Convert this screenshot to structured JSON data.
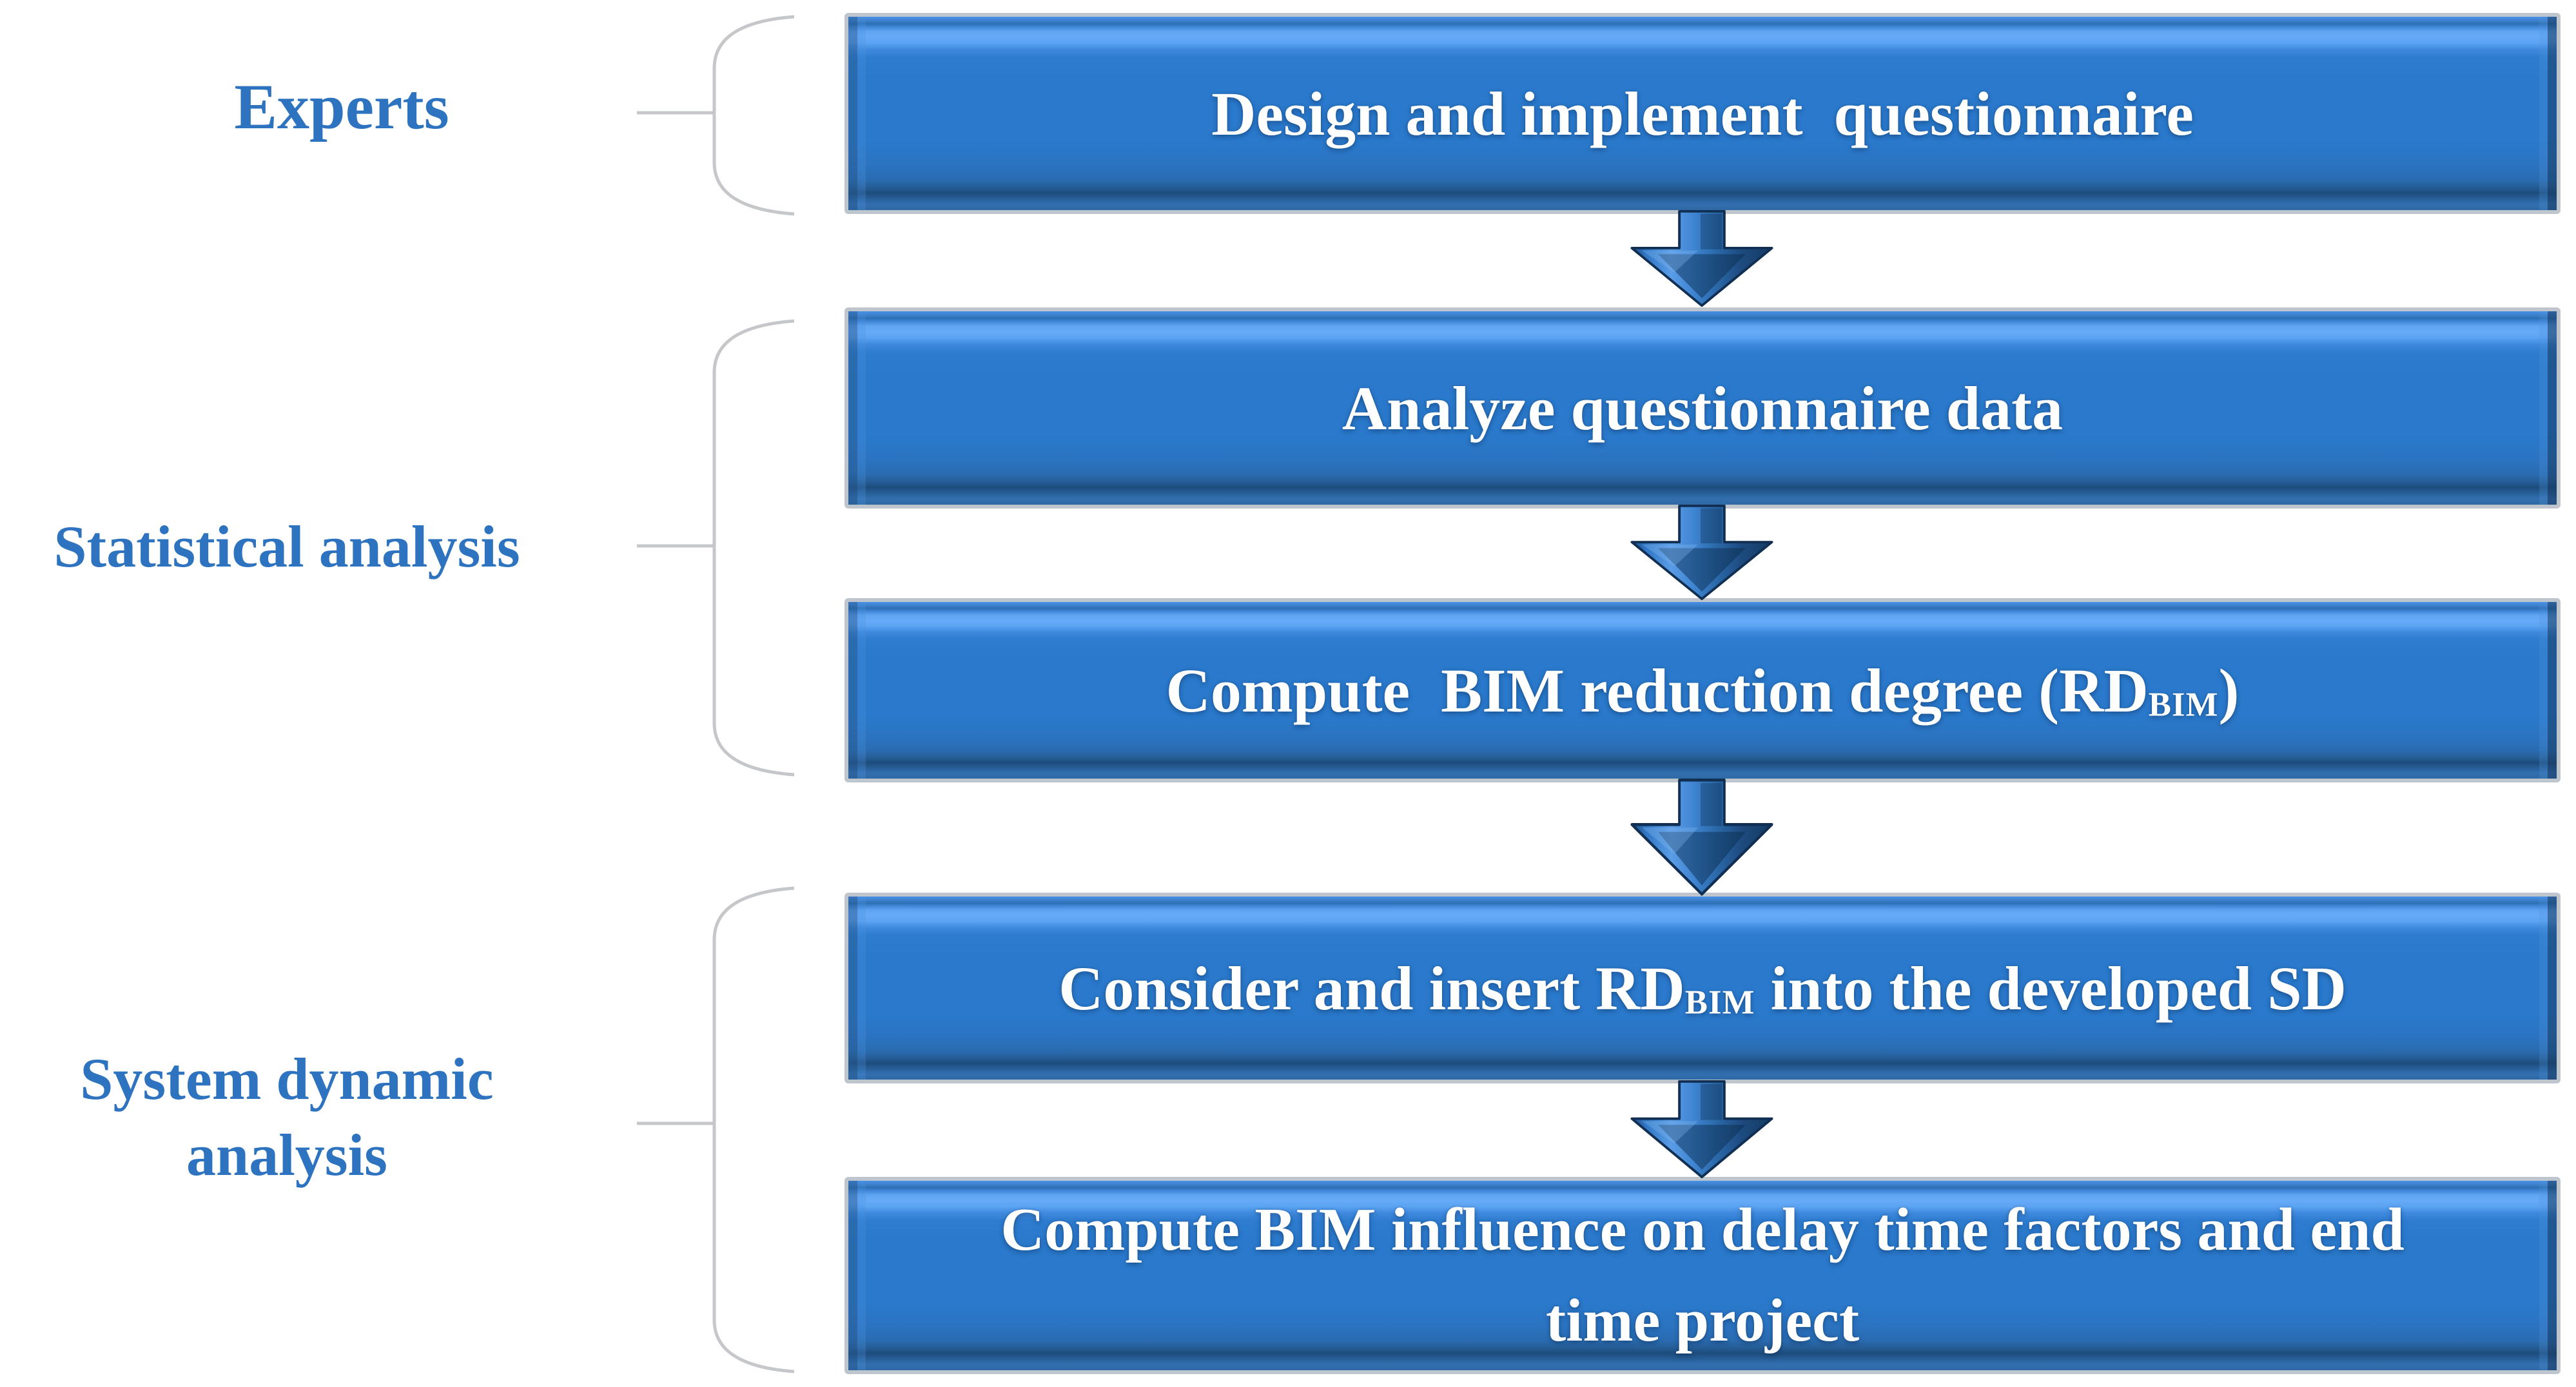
{
  "figure": {
    "type": "flowchart",
    "orientation": "top-to-bottom"
  },
  "groups": [
    {
      "id": "experts",
      "label": "Experts",
      "boxes": [
        0
      ]
    },
    {
      "id": "statistical-analysis",
      "label": "Statistical analysis",
      "boxes": [
        1,
        2
      ]
    },
    {
      "id": "system-dynamic-analysis",
      "label": "System dynamic\nanalysis",
      "boxes": [
        3,
        4
      ]
    }
  ],
  "boxes": [
    {
      "id": "design-questionnaire",
      "segments": [
        {
          "t": "Design and implement  questionnaire"
        }
      ]
    },
    {
      "id": "analyze-questionnaire-data",
      "segments": [
        {
          "t": "Analyze questionnaire data"
        }
      ]
    },
    {
      "id": "compute-bim-reduction-degree",
      "segments": [
        {
          "t": "Compute  BIM reduction degree (RD"
        },
        {
          "t": "BIM",
          "sub": true
        },
        {
          "t": ")"
        }
      ]
    },
    {
      "id": "insert-rdbim-into-sd",
      "segments": [
        {
          "t": "Consider and insert RD"
        },
        {
          "t": "BIM",
          "sub": true
        },
        {
          "t": " into the developed SD"
        }
      ]
    },
    {
      "id": "compute-bim-influence",
      "segments": [
        {
          "t": "Compute BIM influence on delay time factors and end\ntime project"
        }
      ]
    }
  ],
  "icons": {
    "connector": "down-arrow-icon",
    "grouping": "square-bracket-shape"
  },
  "colors": {
    "accent_blue": "#2D73C0",
    "box_fill": "#2A79CC",
    "box_highlight": "#66AAF8",
    "box_top": "#4A90E8",
    "box_dark": "#1D4C7C",
    "box_border_gray": "#BFC5CD",
    "bracket_gray": "#C5C7CA",
    "arrow_mid": "#3F85D2",
    "arrow_dark": "#12365C",
    "box_text": "#FFFFFF"
  }
}
